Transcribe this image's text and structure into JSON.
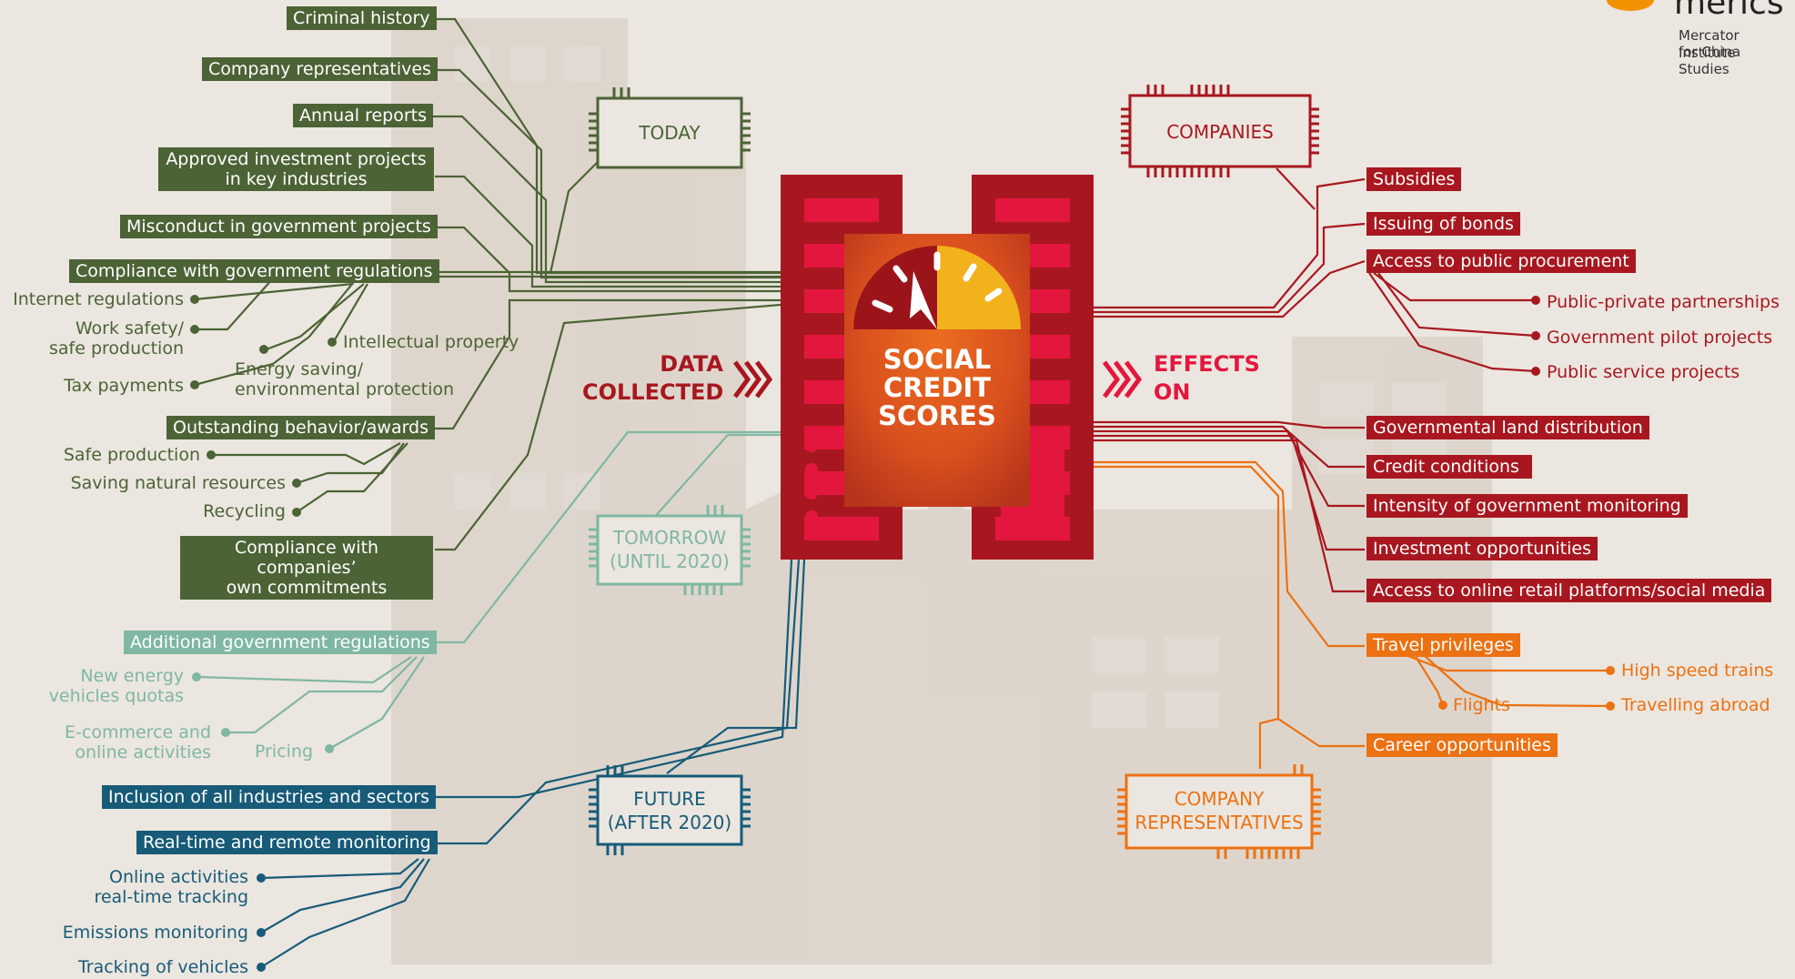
{
  "brand": {
    "name": "merics",
    "line1": "Mercator Institute",
    "line2": "for China Studies"
  },
  "center": {
    "title_line1": "SOCIAL",
    "title_line2": "CREDIT",
    "title_line3": "SCORES"
  },
  "data_collected": {
    "line1": "DATA",
    "line2": "COLLECTED"
  },
  "effects_on": {
    "line1": "EFFECTS",
    "line2": "ON"
  },
  "chips": {
    "today": "TODAY",
    "tomorrow_line1": "TOMORROW",
    "tomorrow_line2": "(UNTIL 2020)",
    "future_line1": "FUTURE",
    "future_line2": "(AFTER 2020)",
    "companies": "COMPANIES",
    "rep_line1": "COMPANY",
    "rep_line2": "REPRESENTATIVES"
  },
  "today_items": {
    "criminal_history": "Criminal history",
    "company_representatives": "Company representatives",
    "annual_reports": "Annual reports",
    "approved_line1": "Approved investment projects",
    "approved_line2": "in key industries",
    "misconduct": "Misconduct in government projects",
    "compliance_gov": "Compliance with government regulations",
    "outstanding": "Outstanding behavior/awards",
    "compliance_comp_line1": "Compliance with companies’",
    "compliance_comp_line2": "own commitments"
  },
  "compliance_sub": {
    "internet": "Internet regulations",
    "work_safety_line1": "Work safety/",
    "work_safety_line2": "safe production",
    "tax": "Tax payments",
    "energy_line1": "Energy saving/",
    "energy_line2": "environmental protection",
    "ip": "Intellectual property"
  },
  "outstanding_sub": {
    "safe": "Safe production",
    "saving": "Saving natural resources",
    "recycling": "Recycling"
  },
  "tomorrow_items": {
    "additional": "Additional government regulations",
    "new_energy_line1": "New energy",
    "new_energy_line2": "vehicles quotas",
    "ecommerce_line1": "E-commerce and",
    "ecommerce_line2": "online activities",
    "pricing": "Pricing"
  },
  "future_items": {
    "inclusion": "Inclusion of all industries and sectors",
    "realtime": "Real-time and remote monitoring",
    "online_line1": "Online activities",
    "online_line2": "real-time tracking",
    "emissions": "Emissions monitoring",
    "vehicles": "Tracking of vehicles"
  },
  "companies_effects": {
    "subsidies": "Subsidies",
    "bonds": "Issuing of bonds",
    "procurement": "Access to public procurement",
    "ppp": "Public-private partnerships",
    "pilot": "Government pilot projects",
    "service": "Public service projects",
    "land": "Governmental land distribution",
    "credit": "Credit conditions",
    "monitoring": "Intensity of government monitoring",
    "investment": "Investment opportunities",
    "retail": "Access to online retail platforms/social media"
  },
  "rep_effects": {
    "travel": "Travel privileges",
    "trains": "High speed trains",
    "flights": "Flights",
    "abroad": "Travelling abroad",
    "career": "Career opportunities"
  },
  "colors": {
    "background": "#ebe6df",
    "today_green": "#4c6336",
    "tomorrow_teal": "#7fb7a3",
    "future_blue": "#175b79",
    "companies_red": "#a8171f",
    "reps_orange": "#ec7112",
    "chip_red": "#c11b21",
    "accent_pink": "#e3173e"
  }
}
